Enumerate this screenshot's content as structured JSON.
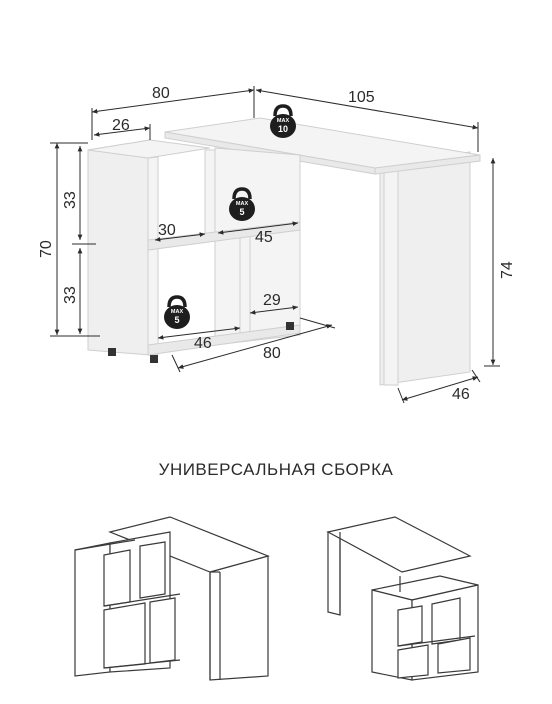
{
  "title": "УНИВЕРСАЛЬНАЯ СБОРКА",
  "dimensions": {
    "top_width_80": "80",
    "top_width_105": "105",
    "top_depth_26": "26",
    "height_70": "70",
    "height_33_upper": "33",
    "height_33_lower": "33",
    "height_74": "74",
    "shelf_30": "30",
    "shelf_45": "45",
    "shelf_29": "29",
    "bottom_46_left": "46",
    "bottom_80": "80",
    "bottom_46_right": "46"
  },
  "weights": [
    {
      "label": "MAX",
      "value": "10"
    },
    {
      "label": "MAX",
      "value": "5"
    },
    {
      "label": "MAX",
      "value": "5"
    }
  ],
  "colors": {
    "furniture": "#f4f4f4",
    "edge": "#cfcfcf",
    "weight": "#1e1e1e",
    "text": "#2b2b2b"
  }
}
